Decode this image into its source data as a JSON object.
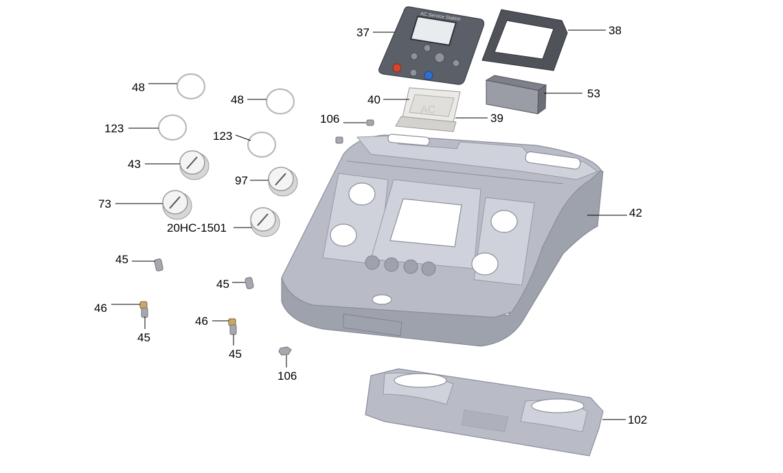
{
  "callouts": {
    "c37": "37",
    "c38": "38",
    "c53": "53",
    "c40": "40",
    "c39": "39",
    "c106a": "106",
    "c48a": "48",
    "c48b": "48",
    "c123a": "123",
    "c123b": "123",
    "c43": "43",
    "c97": "97",
    "c73": "73",
    "c20hc": "20HC-1501",
    "c42": "42",
    "c45a": "45",
    "c45b": "45",
    "c46a": "46",
    "c45c": "45",
    "c46b": "46",
    "c45d": "45",
    "c106b": "106",
    "c102": "102"
  },
  "parts": {
    "keypad_header_text": "AC Service Station",
    "cover_40_text": "AC"
  },
  "colors": {
    "housing": "#b9bcc6",
    "keypad": "#5b5f68",
    "red_button": "#d9452b",
    "blue_button": "#2c6fd1"
  }
}
